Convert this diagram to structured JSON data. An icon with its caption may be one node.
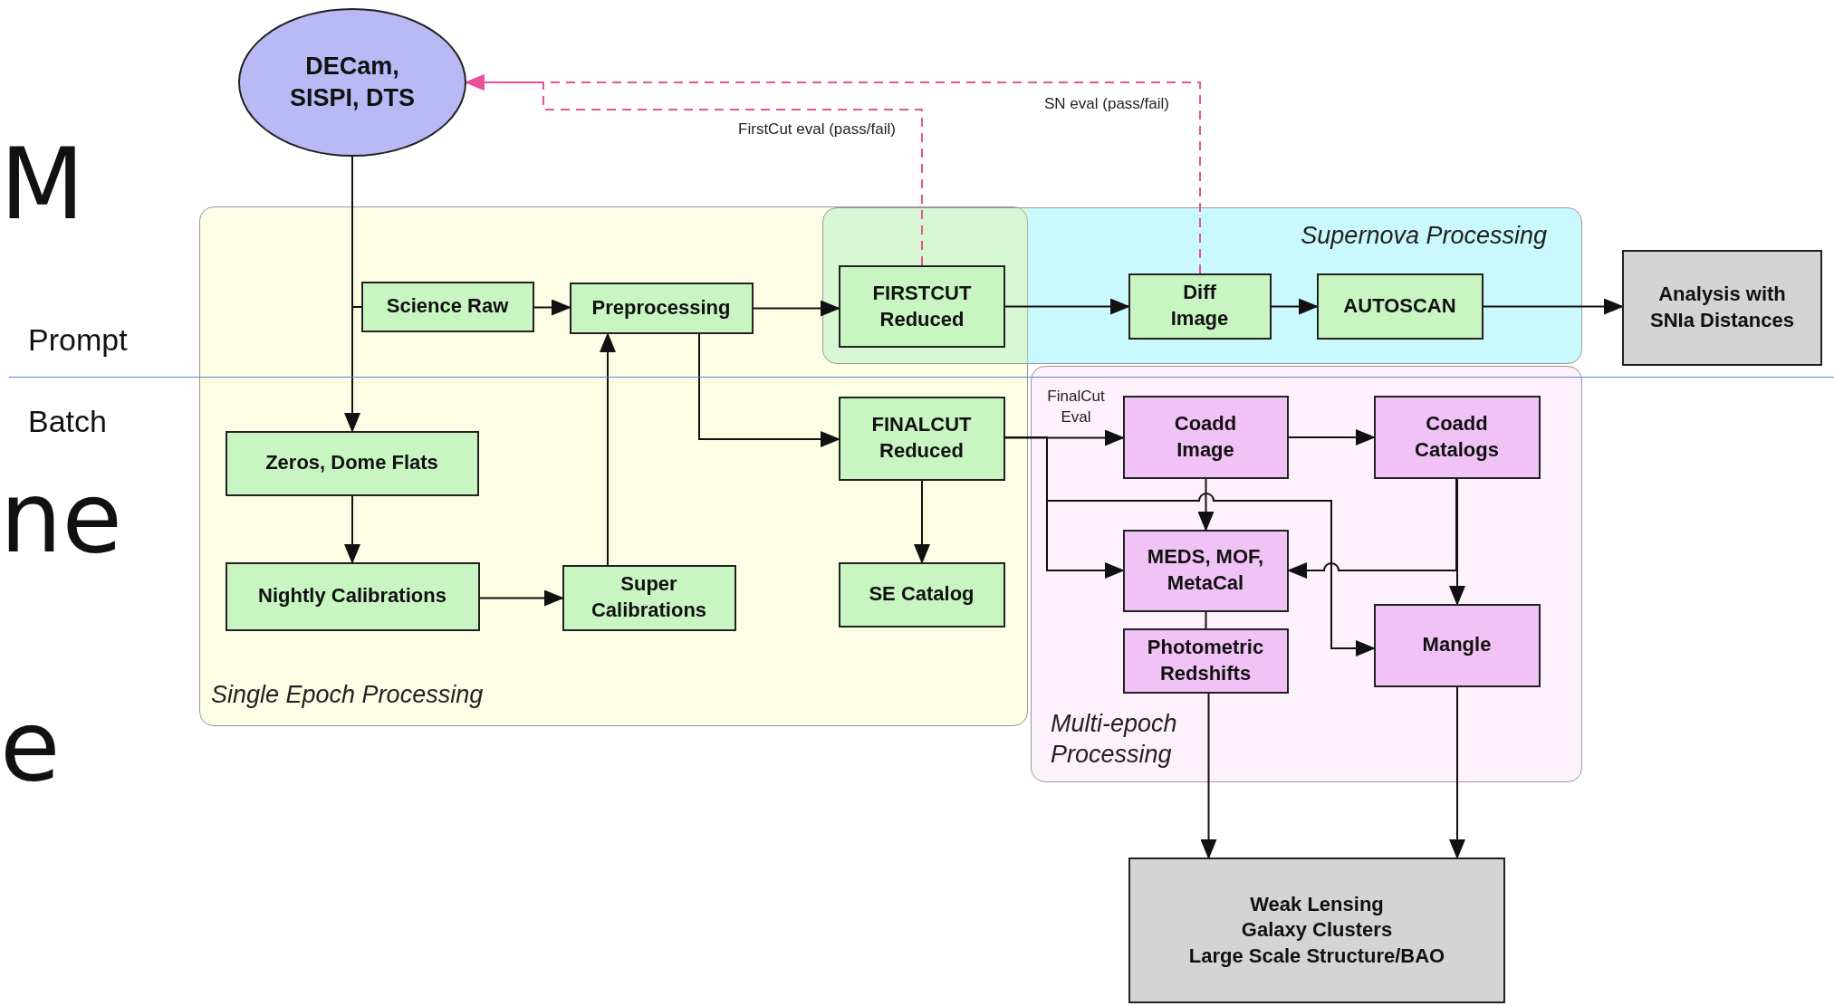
{
  "diagram": {
    "nodes": [
      {
        "text": [
          "DECam, SISPI, DTS"
        ]
      },
      {
        "text": [
          "Single Epoch Processing"
        ]
      },
      {
        "text": [
          "Science Raw"
        ],
        "in": 1
      },
      {
        "text": [
          "Preprocessing"
        ],
        "in": 1
      },
      {
        "text": [
          "Zeros, Dome Flats"
        ],
        "in": 1
      },
      {
        "text": [
          "Nightly Calibrations"
        ],
        "in": 1
      },
      {
        "text": [
          "Super Calibrations"
        ],
        "in": 1
      },
      {
        "text": [
          "FINALCUT Reduced"
        ],
        "in": 1
      },
      {
        "text": [
          "SE Catalog"
        ],
        "in": 1
      },
      {
        "text": [
          "Supernova Processing"
        ]
      },
      {
        "text": [
          "FIRSTCUT Reduced"
        ]
      },
      {
        "text": [
          "Diff Image"
        ],
        "in": 9
      },
      {
        "text": [
          "AUTOSCAN"
        ],
        "in": 9
      },
      {
        "text": [
          "Analysis with SNIa Distances"
        ]
      },
      {
        "text": [
          "Multi-epoch Processing"
        ]
      },
      {
        "text": [
          "Coadd Image"
        ],
        "in": 14
      },
      {
        "text": [
          "Coadd Catalogs"
        ],
        "in": 14
      },
      {
        "text": [
          "MEDS, MOF, MetaCal"
        ],
        "in": 14
      },
      {
        "text": [
          "Photometric Redshifts"
        ],
        "in": 14
      },
      {
        "text": [
          "Mangle"
        ],
        "in": 14
      },
      {
        "text": [
          "Weak Lensing",
          "Galaxy Clusters",
          "Large Scale Structure/BAO"
        ]
      }
    ],
    "edges": [
      {
        "from": 0,
        "to": 4,
        "arrow": "to"
      },
      {
        "from": 0,
        "to": 2,
        "arrow": "none"
      },
      {
        "from": 2,
        "to": 3,
        "arrow": "to"
      },
      {
        "from": 3,
        "to": 10,
        "arrow": "to"
      },
      {
        "from": 3,
        "to": 7,
        "arrow": "to"
      },
      {
        "from": 4,
        "to": 5,
        "arrow": "to"
      },
      {
        "from": 5,
        "to": 6,
        "arrow": "to"
      },
      {
        "from": 6,
        "to": 3,
        "arrow": "to"
      },
      {
        "from": 7,
        "to": 8,
        "arrow": "to"
      },
      {
        "from": 10,
        "to": 11,
        "arrow": "to"
      },
      {
        "from": 11,
        "to": 12,
        "arrow": "to"
      },
      {
        "from": 12,
        "to": 13,
        "arrow": "to"
      },
      {
        "from": 10,
        "to": 0,
        "arrow": "to",
        "label": "FirstCut eval (pass/fail)",
        "style": "dashed",
        "color": "#e8509a"
      },
      {
        "from": 11,
        "to": 0,
        "arrow": "to",
        "label": "SN eval (pass/fail)",
        "style": "dashed",
        "color": "#e8509a"
      },
      {
        "from": 7,
        "to": 15,
        "arrow": "to",
        "label": "FinalCut Eval"
      },
      {
        "from": 7,
        "to": 17,
        "arrow": "to"
      },
      {
        "from": 7,
        "to": 19,
        "arrow": "to"
      },
      {
        "from": 15,
        "to": 17,
        "arrow": "to"
      },
      {
        "from": 15,
        "to": 16,
        "arrow": "to"
      },
      {
        "from": 16,
        "to": 19,
        "arrow": "to"
      },
      {
        "from": 16,
        "to": 17,
        "arrow": "to"
      },
      {
        "from": 17,
        "to": 18,
        "arrow": "none"
      },
      {
        "from": 18,
        "to": 20,
        "arrow": "to"
      },
      {
        "from": 19,
        "to": 20,
        "arrow": "to"
      }
    ],
    "labels": [
      "M",
      "Prompt",
      "Batch",
      "ne",
      "e"
    ]
  }
}
